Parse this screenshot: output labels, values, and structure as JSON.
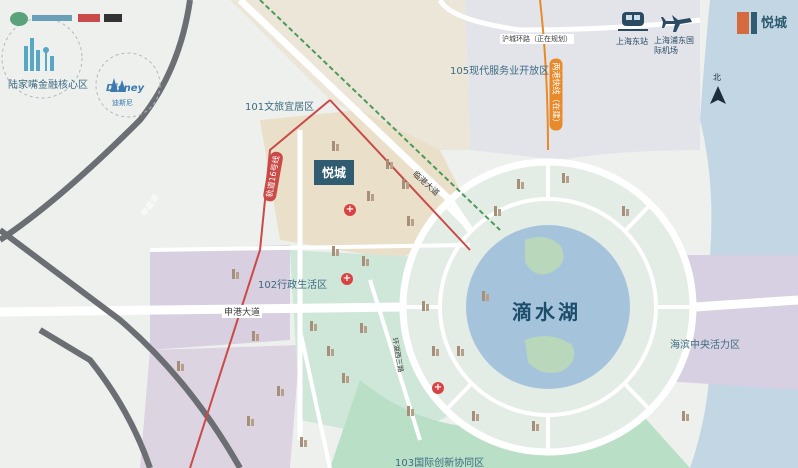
{
  "brand": {
    "name": "悦城"
  },
  "project_badge": "悦城",
  "lake_label": "滴水湖",
  "zones": {
    "z101": "101文旅宜居区",
    "z102": "102行政生活区",
    "z103": "103国际创新协同区",
    "z105": "105现代服务业开放区",
    "coastal": "海滨中央活力区",
    "lujiazui": "陆家嘴金融核心区"
  },
  "disney": {
    "logo": "Disney",
    "name": "迪斯尼"
  },
  "roads": {
    "shengang": "申港大道",
    "hushang": "沪城环路（正在规划）",
    "lingang": "临港大道",
    "huanhu": "环湖西三路",
    "shenchang": "申嘉湖"
  },
  "metro": {
    "line16": "轨道16号线",
    "line_east": "两港快线（在建）"
  },
  "transport": {
    "station": "上海东站",
    "airport": "上海浦东国际机场"
  },
  "compass": "北",
  "icons": [
    "train-icon",
    "airplane-icon",
    "hospital-icon",
    "compass-arrow-icon"
  ],
  "colors": {
    "lake": "#a5c4dc",
    "metro_line": "#c94a47",
    "metro_orange": "#e88a2a",
    "badge": "#2f5c70",
    "zone_green": "#9ed6b8",
    "zone_purple": "#c9bed6"
  }
}
